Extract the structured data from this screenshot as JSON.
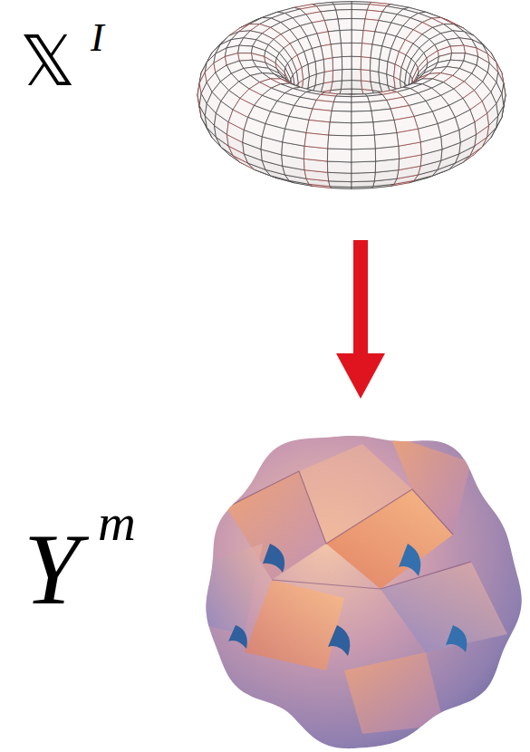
{
  "diagram": {
    "labels": [
      "𝕏",
      "I",
      "Y",
      "m"
    ]
  }
}
